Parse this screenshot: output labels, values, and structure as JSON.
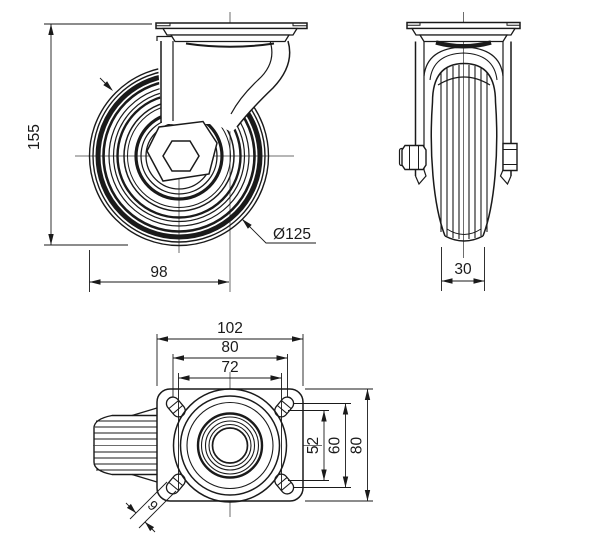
{
  "drawing_labels": {
    "front_view": {
      "overall_height": "155",
      "offset_width": "98",
      "wheel_diameter": "Ø125"
    },
    "side_view": {
      "wheel_width": "30"
    },
    "top_view": {
      "plate_length": "102",
      "hole_pitch_long_max": "80",
      "hole_pitch_long_min": "72",
      "hole_pitch_short_min": "52",
      "hole_pitch_short_max": "60",
      "plate_width": "80",
      "slot_width": "9"
    }
  },
  "colors": {
    "line": "#1a1a1a",
    "centerline": "#3c3c3c",
    "background": "#ffffff"
  }
}
